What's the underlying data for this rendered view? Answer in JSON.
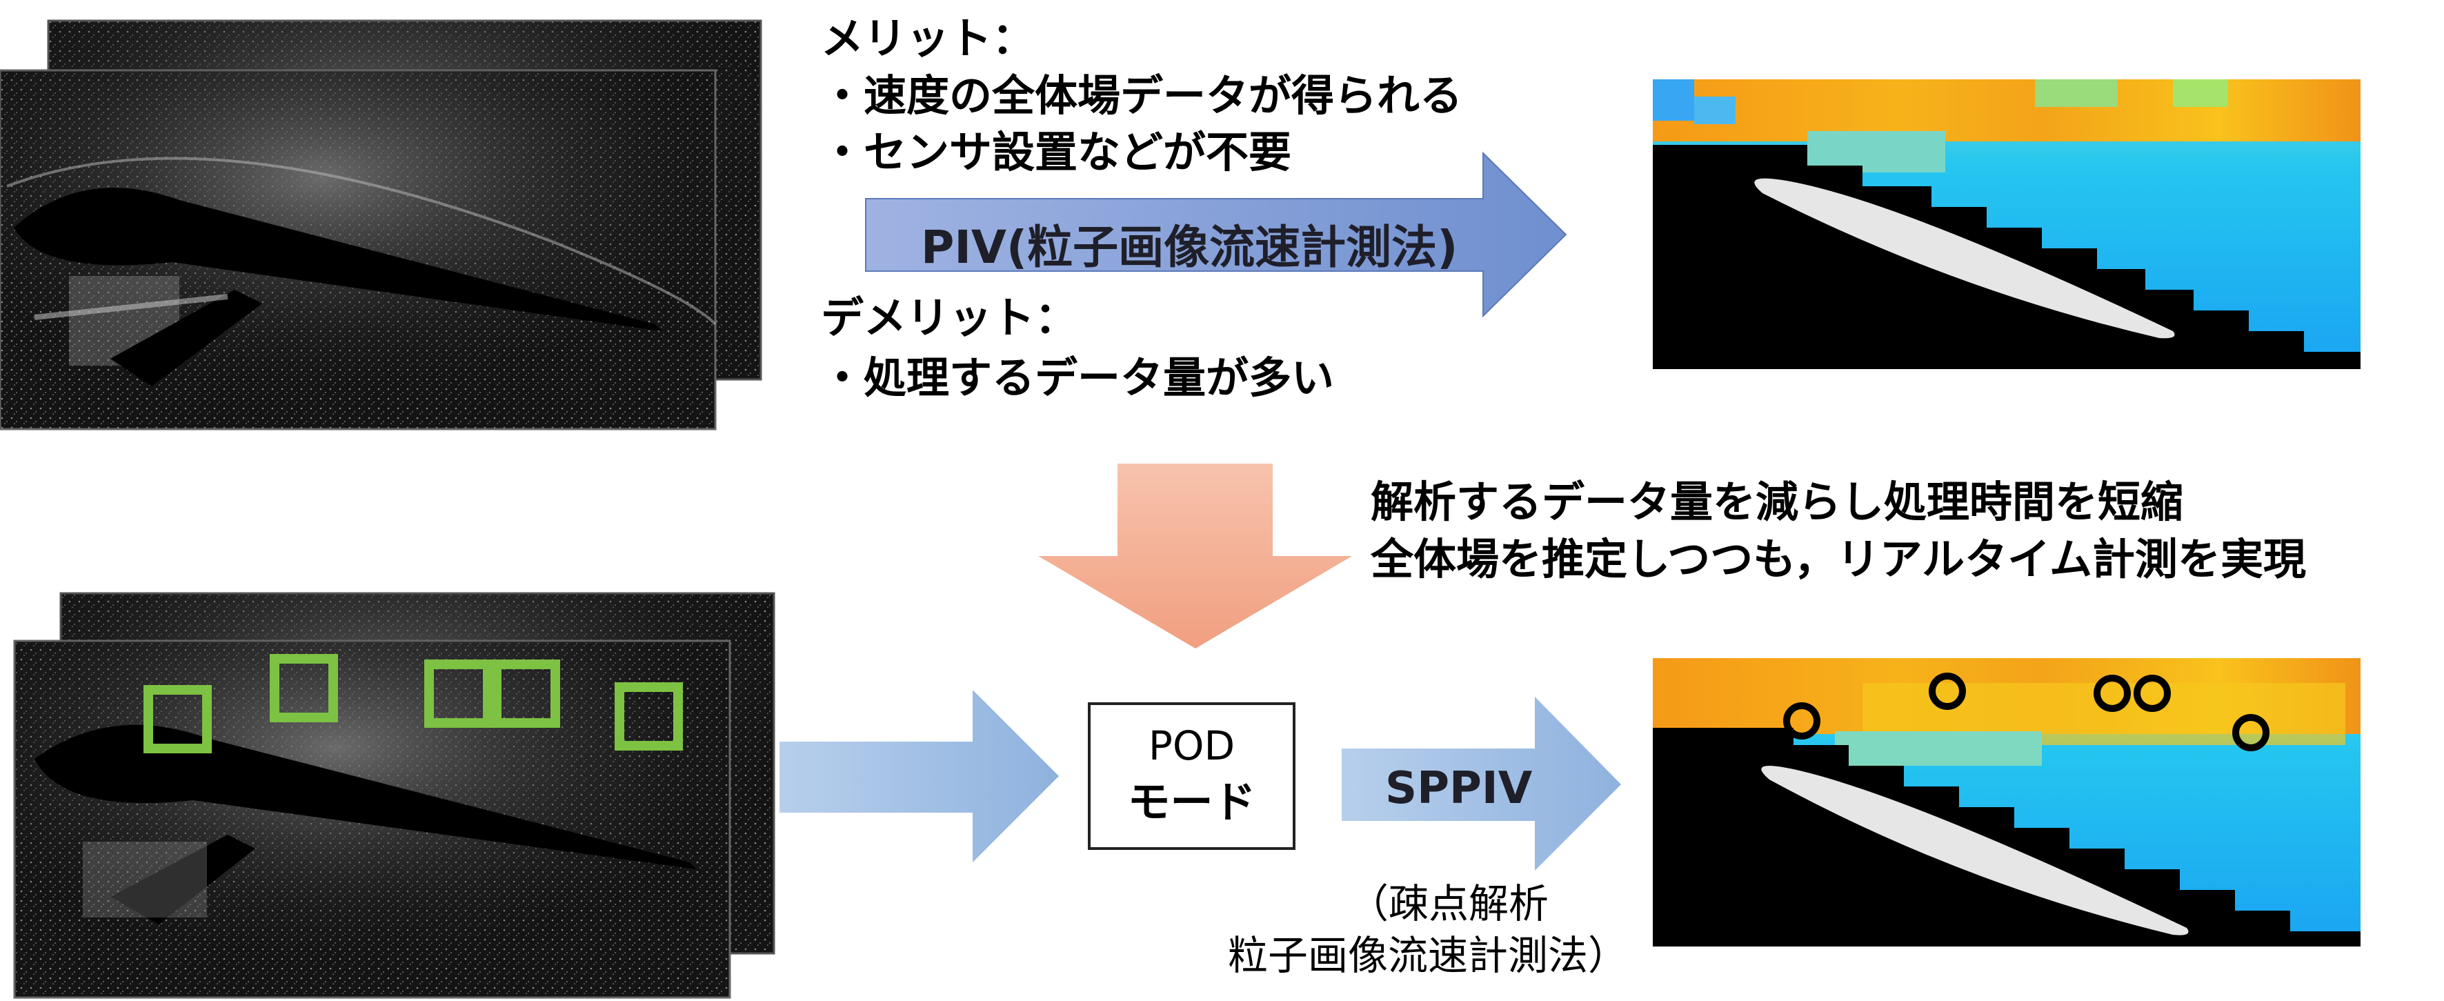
{
  "piv": {
    "merit_title": "メリット：",
    "merit_items": [
      "・速度の全体場データが得られる",
      "・センサ設置などが不要"
    ],
    "arrow_label": "PIV(粒子画像流速計測法)",
    "demerit_title": "デメリット：",
    "demerit_items": [
      "・処理するデータ量が多い"
    ]
  },
  "goal": {
    "lines": [
      "解析するデータ量を減らし処理時間を短縮",
      "全体場を推定しつつも，リアルタイム計測を実現"
    ]
  },
  "pod": {
    "line1": "POD",
    "line2": "モード"
  },
  "sppiv": {
    "arrow_label": "SPPIV",
    "note_lines": [
      "（疎点解析",
      "粒子画像流速計測法）"
    ]
  },
  "colors": {
    "piv_arrow": "#8ea6d9",
    "input_arrow": "#a9c4e6",
    "down_arrow": "#f4b49a",
    "roi_box": "#7dc242",
    "airfoil": "#e6e6e6"
  },
  "icons": {
    "piv_arrow": "right-arrow-icon",
    "down_arrow": "down-arrow-icon",
    "roi": "square-outline-icon",
    "sensor": "circle-outline-icon"
  }
}
